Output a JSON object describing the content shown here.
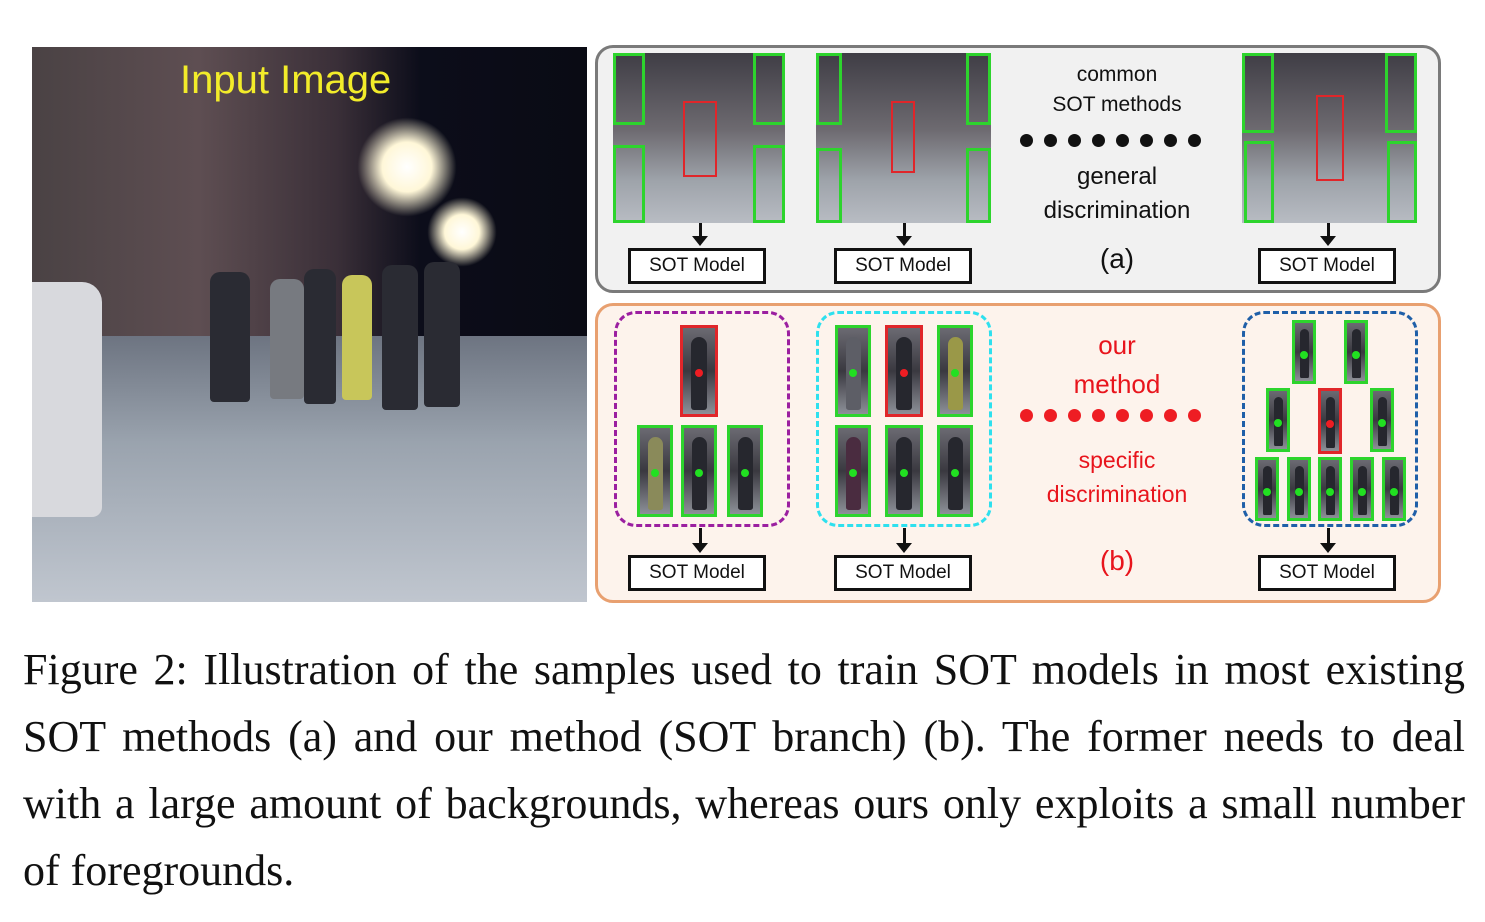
{
  "input_image": {
    "title": "Input Image"
  },
  "panel_a": {
    "label": "(a)",
    "text_top": "common\nSOT methods",
    "text_bottom": "general\ndiscrimination",
    "sot_labels": [
      "SOT Model",
      "SOT Model",
      "SOT Model"
    ]
  },
  "panel_b": {
    "label": "(b)",
    "text_top": "our\nmethod",
    "text_bottom": "specific\ndiscrimination",
    "sot_labels": [
      "SOT Model",
      "SOT Model",
      "SOT Model"
    ]
  },
  "colors": {
    "input_title": "#f2ec2a",
    "panel_a_border": "#7a7a7a",
    "panel_b_border": "#e8a070",
    "green_box": "#2dd42d",
    "red_box": "#e0262a",
    "purple_group": "#9b1fa0",
    "cyan_group": "#2ee0ee",
    "blue_group": "#1f5fa8",
    "red_text": "#e8141c"
  },
  "icons": [
    "down-arrow-icon",
    "ellipsis-dots-icon"
  ],
  "caption": "Figure 2: Illustration of the samples used to train SOT models in most existing SOT methods (a) and our method (SOT branch) (b). The former needs to deal with a large amount of backgrounds, whereas ours only exploits a small number of foregrounds."
}
